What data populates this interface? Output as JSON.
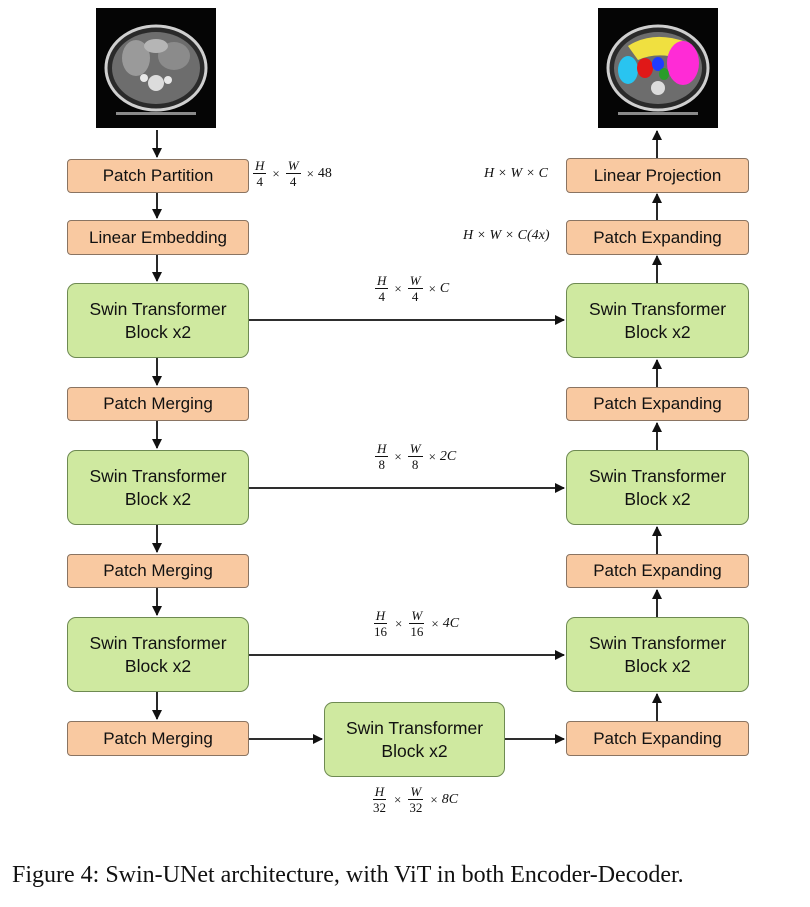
{
  "encoder": {
    "patch_partition": "Patch Partition",
    "linear_embedding": "Linear Embedding",
    "swin_block_1": "Swin Transformer\nBlock x2",
    "patch_merging_1": "Patch Merging",
    "swin_block_2": "Swin Transformer\nBlock x2",
    "patch_merging_2": "Patch Merging",
    "swin_block_3": "Swin Transformer\nBlock x2",
    "patch_merging_3": "Patch Merging"
  },
  "bottleneck": {
    "swin_block": "Swin Transformer\nBlock x2"
  },
  "decoder": {
    "linear_projection": "Linear Projection",
    "patch_expanding_top": "Patch Expanding",
    "swin_block_1": "Swin Transformer\nBlock x2",
    "patch_expanding_1": "Patch Expanding",
    "swin_block_2": "Swin Transformer\nBlock x2",
    "patch_expanding_2": "Patch Expanding",
    "swin_block_3": "Swin Transformer\nBlock x2",
    "patch_expanding_3": "Patch Expanding"
  },
  "dims": {
    "partition": {
      "n1": "H",
      "d1": "4",
      "n2": "W",
      "d2": "4",
      "tail": "48"
    },
    "skip1": {
      "n1": "H",
      "d1": "4",
      "n2": "W",
      "d2": "4",
      "tail": "C"
    },
    "skip2": {
      "n1": "H",
      "d1": "8",
      "n2": "W",
      "d2": "8",
      "tail": "2C"
    },
    "skip3": {
      "n1": "H",
      "d1": "16",
      "n2": "W",
      "d2": "16",
      "tail": "4C"
    },
    "bottleneck": {
      "n1": "H",
      "d1": "32",
      "n2": "W",
      "d2": "32",
      "tail": "8C"
    },
    "projection": "H × W × C",
    "expanding": "H × W × C(4x)"
  },
  "images": {
    "input": "ct-scan-input",
    "output": "segmentation-output"
  },
  "colors": {
    "orange_box": "#f9c9a1",
    "green_box": "#cfe9a0",
    "arrow": "#111111",
    "seg_yellow": "#f0e040",
    "seg_magenta": "#ff2bd6",
    "seg_cyan": "#29c4f0",
    "seg_red": "#e01818",
    "seg_blue": "#1e3cff",
    "seg_green": "#2a9d2a"
  },
  "caption": "Figure 4: Swin-UNet architecture, with ViT in both Encoder-Decoder."
}
